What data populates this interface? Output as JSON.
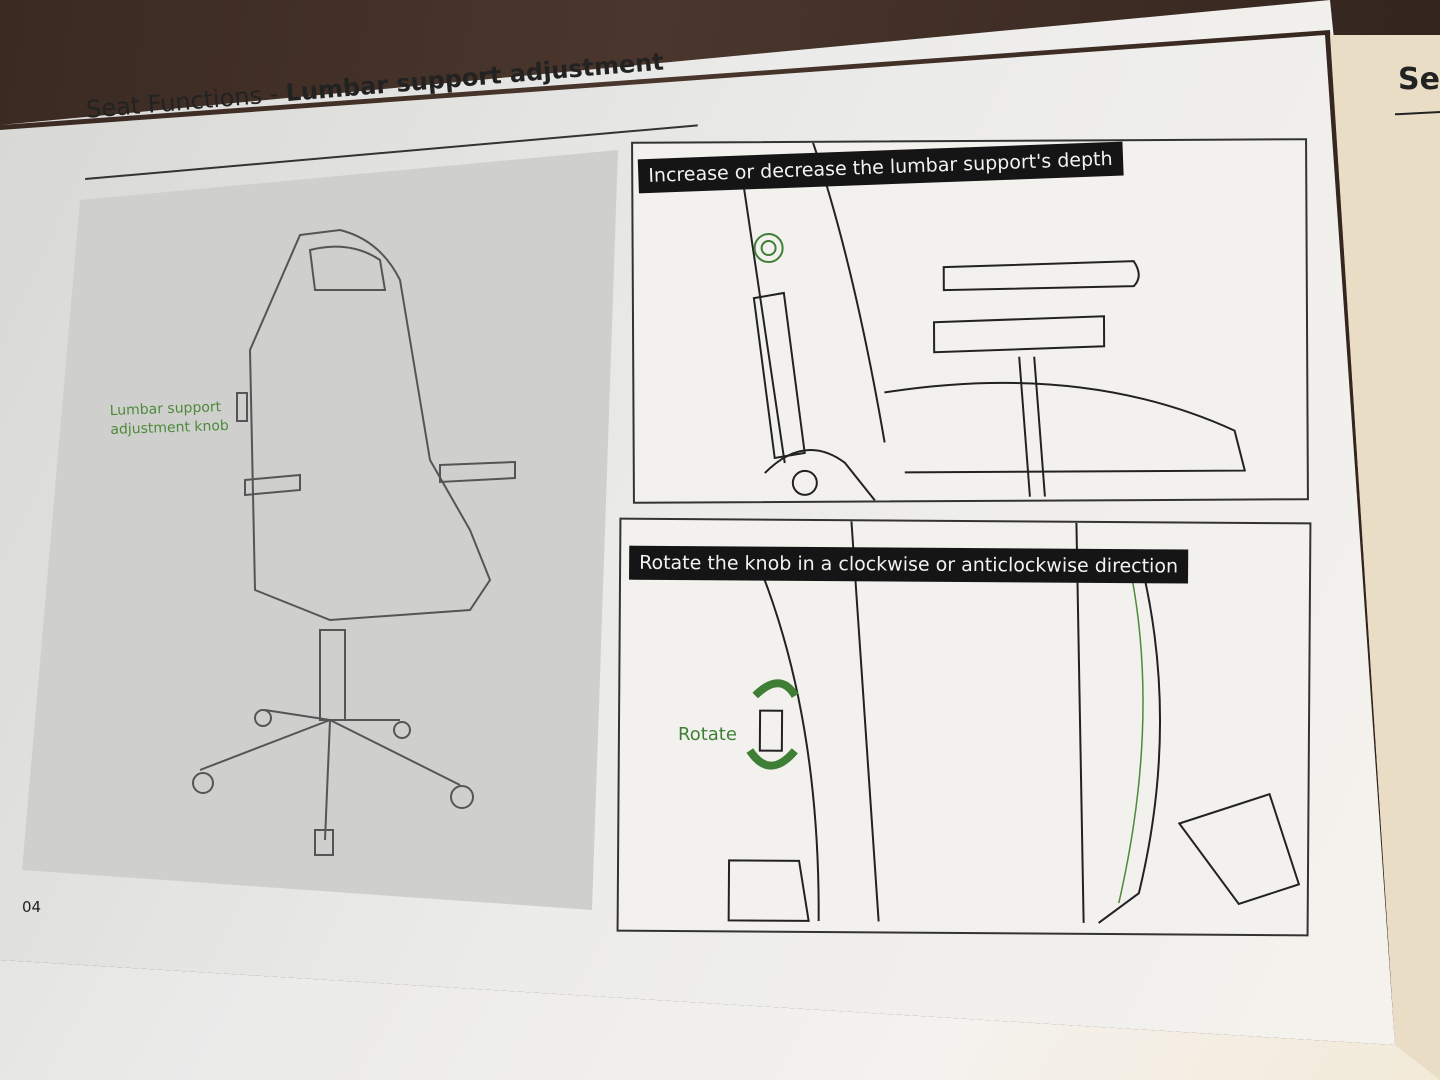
{
  "header": {
    "section": "Seat Functions - ",
    "title": "Lumbar support adjustment"
  },
  "callout": {
    "line1": "Lumbar support",
    "line2": "adjustment knob"
  },
  "panels": [
    {
      "caption": "Increase or decrease the lumbar support's depth"
    },
    {
      "caption": "Rotate the knob in a clockwise or anticlockwise direction",
      "label": "Rotate"
    }
  ],
  "page_number": "04",
  "next_page": {
    "title_fragment": "Se"
  },
  "colors": {
    "accent_green": "#4d8a3a",
    "banner": "#151515"
  }
}
